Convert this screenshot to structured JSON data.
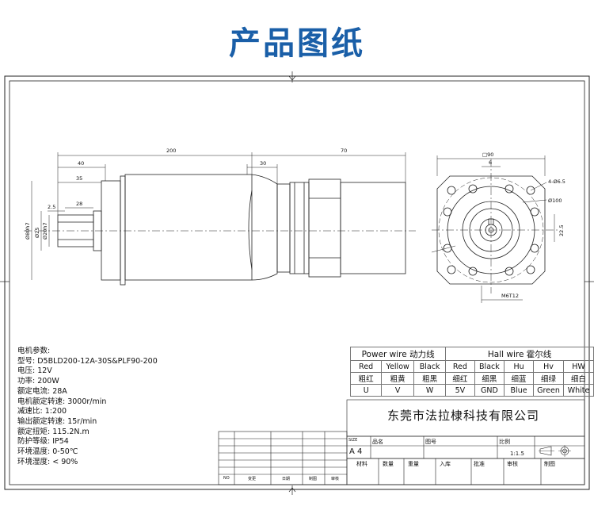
{
  "page_title": "产品图纸",
  "dimensions": {
    "total_length": "200",
    "flange_length": "70",
    "shaft_40": "40",
    "shaft_35": "35",
    "key_28": "28",
    "shaft_2_5": "2.5",
    "motor_30": "30",
    "dia_80": "Ø80h7",
    "dia_25": "Ø25",
    "dia_20": "Ø20h7",
    "square_90": "□90",
    "key_6": "6",
    "holes": "4-Ø6.5",
    "pcd_100": "Ø100",
    "key_22_5": "22.5",
    "thread": "M6T12"
  },
  "params": {
    "heading": "电机参数:",
    "lines": [
      "型号: D5BLD200-12A-30S&PLF90-200",
      "电压: 12V",
      "功率: 200W",
      "额定电流: 28A",
      "电机额定转速: 3000r/min",
      "减速比: 1:200",
      "输出额定转速: 15r/min",
      "额定扭矩: 115.2N.m",
      "防护等级: IP54",
      "环境温度: 0-50℃",
      "环境湿度: < 90%"
    ]
  },
  "wire_table": {
    "power_header": "Power wire 动力线",
    "hall_header": "Hall wire 霍尔线",
    "row_en": [
      "Red",
      "Yellow",
      "Black",
      "Red",
      "Black",
      "Hu",
      "Hv",
      "HW"
    ],
    "row_cn": [
      "粗红",
      "粗黄",
      "粗黑",
      "细红",
      "细黑",
      "细蓝",
      "细绿",
      "细白"
    ],
    "row_sig": [
      "U",
      "V",
      "W",
      "5V",
      "GND",
      "Blue",
      "Green",
      "White"
    ]
  },
  "title_block": {
    "company": "东莞市法拉棣科技有限公司",
    "size_label": "SIZE",
    "size_value": "A 4",
    "name_label": "品名",
    "drawing_no_label": "图号",
    "scale_label": "比例",
    "scale_value": "1:1.5",
    "material_label": "材料",
    "quantity_label": "数量",
    "weight_label": "重量",
    "date_label": "入库",
    "approve_label": "批准",
    "review_label": "审核",
    "drawn_label": "制图",
    "rev_no": "NO",
    "rev_change": "变更",
    "rev_date": "日期",
    "rev_drawn": "制图",
    "rev_review": "审核"
  }
}
